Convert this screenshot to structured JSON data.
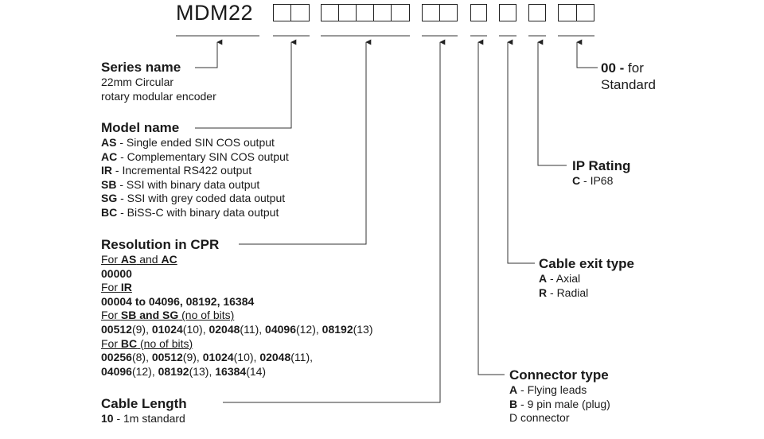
{
  "code": {
    "prefix": "MDM22"
  },
  "series": {
    "title": "Series name",
    "lines": [
      "22mm Circular",
      "rotary modular encoder"
    ]
  },
  "model": {
    "title": "Model name",
    "items": [
      {
        "code": "AS",
        "desc": " - Single ended SIN COS output"
      },
      {
        "code": "AC",
        "desc": " - Complementary SIN COS output"
      },
      {
        "code": "IR",
        "desc": " - Incremental RS422 output"
      },
      {
        "code": "SB",
        "desc": " - SSI with binary data output"
      },
      {
        "code": "SG",
        "desc": " - SSI with grey coded data output"
      },
      {
        "code": "BC",
        "desc": " - BiSS-C with binary data output"
      }
    ]
  },
  "resolution": {
    "title": "Resolution in CPR",
    "for_as_ac": {
      "pre": "For ",
      "a": "AS",
      "mid": " and ",
      "b": "AC"
    },
    "as_ac_value": "00000",
    "for_ir": {
      "pre": "For ",
      "a": "IR"
    },
    "ir_value": "00004 to 04096, 08192, 16384",
    "for_sb_sg": {
      "pre": "For ",
      "a": "SB and SG",
      "post": " (no of bits)"
    },
    "sb_sg_values": [
      {
        "v": "00512",
        "b": "(9)",
        "sep": ", "
      },
      {
        "v": "01024",
        "b": "(10)",
        "sep": ", "
      },
      {
        "v": "02048",
        "b": "(11)",
        "sep": ", "
      },
      {
        "v": "04096",
        "b": "(12)",
        "sep": ", "
      },
      {
        "v": "08192",
        "b": "(13)",
        "sep": ""
      }
    ],
    "for_bc": {
      "pre": "For ",
      "a": "BC",
      "post": " (no of bits)"
    },
    "bc_line1": [
      {
        "v": "00256",
        "b": "(8)",
        "sep": ", "
      },
      {
        "v": "00512",
        "b": "(9)",
        "sep": ", "
      },
      {
        "v": "01024",
        "b": "(10)",
        "sep": ", "
      },
      {
        "v": "02048",
        "b": "(11)",
        "sep": ","
      }
    ],
    "bc_line2": [
      {
        "v": "04096",
        "b": "(12)",
        "sep": ", "
      },
      {
        "v": "08192",
        "b": "(13)",
        "sep": ", "
      },
      {
        "v": "16384",
        "b": "(14)",
        "sep": ""
      }
    ]
  },
  "cable_length": {
    "title": "Cable Length",
    "code": "10",
    "desc": " - 1m standard"
  },
  "standard": {
    "code": "00 -",
    "for": " for",
    "line2": "Standard"
  },
  "ip": {
    "title": "IP Rating",
    "code": "C",
    "desc": " - IP68"
  },
  "exit": {
    "title": "Cable exit type",
    "items": [
      {
        "code": "A",
        "desc": " - Axial"
      },
      {
        "code": "R",
        "desc": " - Radial"
      }
    ]
  },
  "connector": {
    "title": "Connector type",
    "items": [
      {
        "code": "A",
        "desc": " - Flying leads"
      },
      {
        "code": "B",
        "desc": " - 9 pin male (plug)"
      }
    ],
    "line3": "D connector"
  }
}
